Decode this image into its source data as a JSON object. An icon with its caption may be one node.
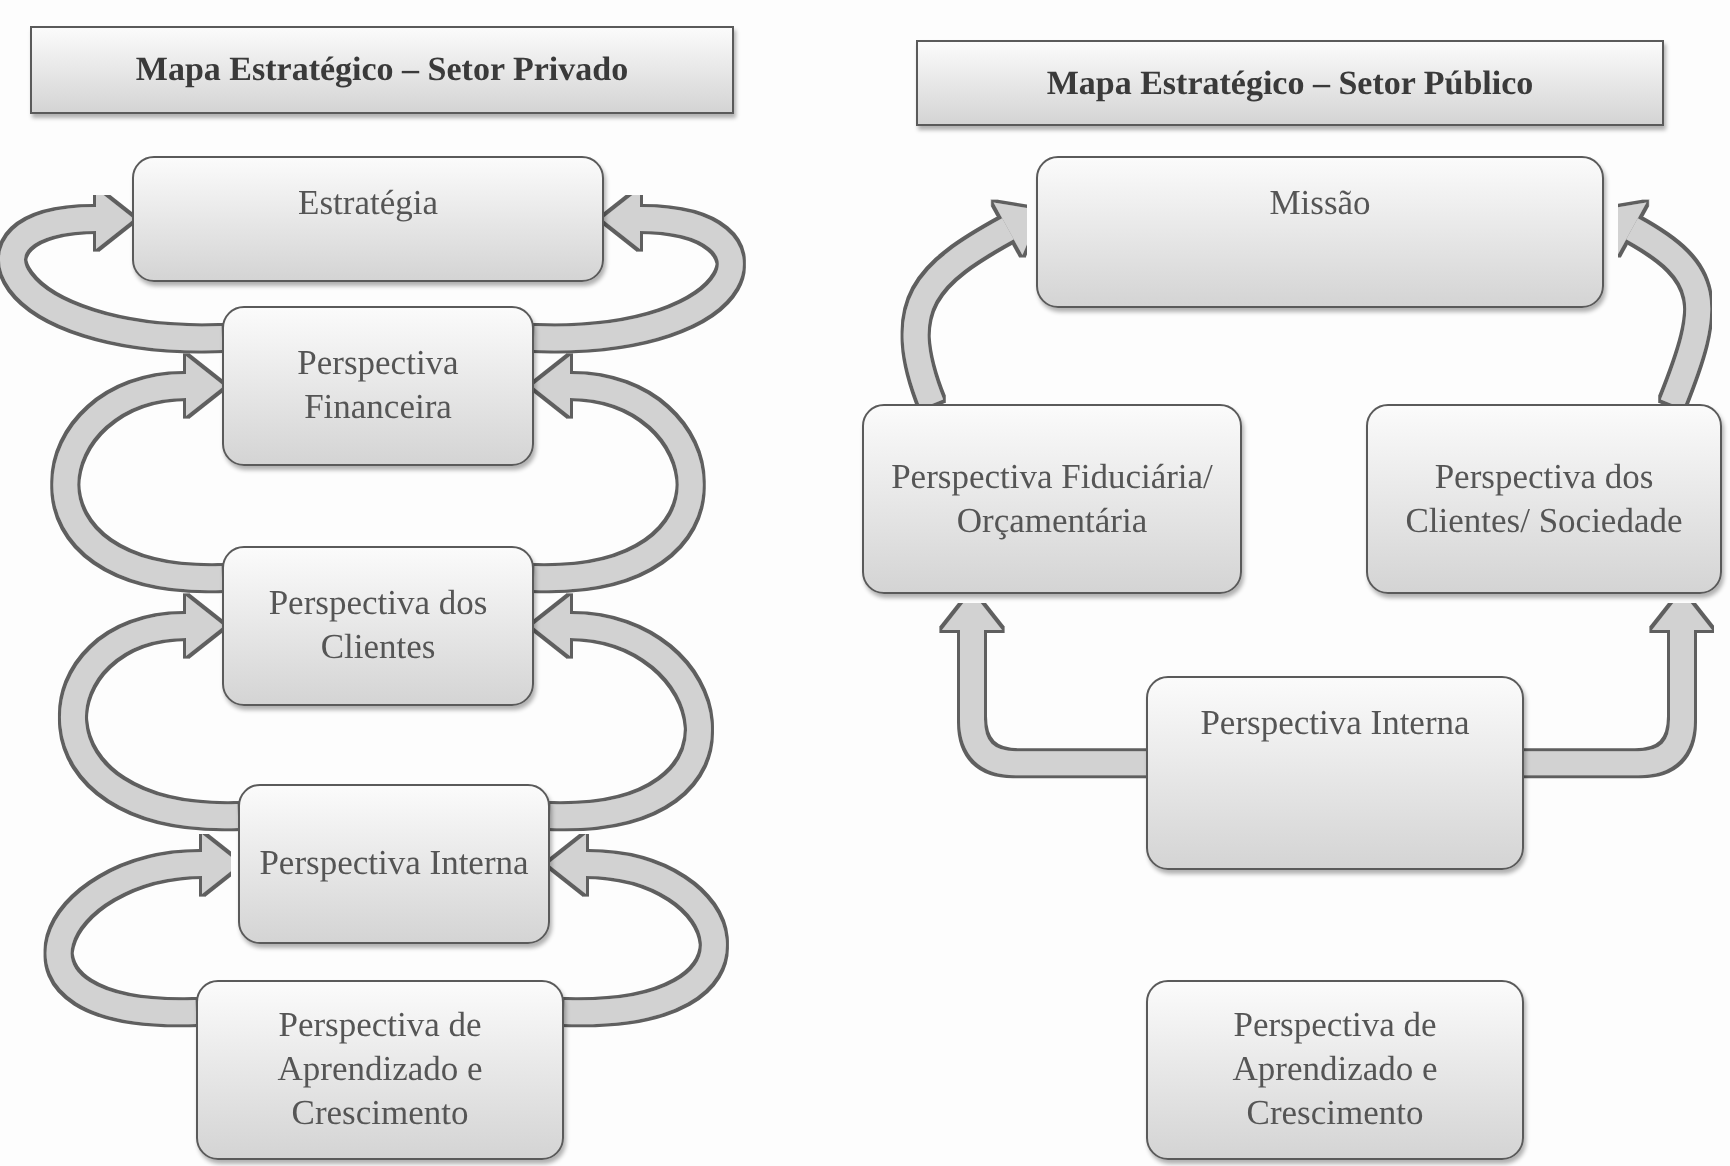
{
  "diagram": {
    "nodes": [
      {
        "text": [
          "Mapa Estratégico – Setor Privado"
        ]
      },
      {
        "text": [
          "Estratégia"
        ]
      },
      {
        "text": [
          "Perspectiva Financeira"
        ]
      },
      {
        "text": [
          "Perspectiva dos Clientes"
        ]
      },
      {
        "text": [
          "Perspectiva Interna"
        ]
      },
      {
        "text": [
          "Perspectiva de Aprendizado e Crescimento"
        ]
      },
      {
        "text": [
          "Mapa Estratégico – Setor Público"
        ]
      },
      {
        "text": [
          "Missão"
        ]
      },
      {
        "text": [
          "Perspectiva Fiduciária/ Orçamentária"
        ]
      },
      {
        "text": [
          "Perspectiva dos Clientes/ Sociedade"
        ]
      },
      {
        "text": [
          "Perspectiva Interna"
        ]
      },
      {
        "text": [
          "Perspectiva de Aprendizado e Crescimento"
        ]
      }
    ],
    "edges": [
      {
        "from": 2,
        "to": 1,
        "arrow": "to"
      },
      {
        "from": 2,
        "to": 1,
        "arrow": "to"
      },
      {
        "from": 3,
        "to": 2,
        "arrow": "to"
      },
      {
        "from": 3,
        "to": 2,
        "arrow": "to"
      },
      {
        "from": 4,
        "to": 3,
        "arrow": "to"
      },
      {
        "from": 4,
        "to": 3,
        "arrow": "to"
      },
      {
        "from": 5,
        "to": 4,
        "arrow": "to"
      },
      {
        "from": 5,
        "to": 4,
        "arrow": "to"
      },
      {
        "from": 8,
        "to": 7,
        "arrow": "to"
      },
      {
        "from": 9,
        "to": 7,
        "arrow": "to"
      },
      {
        "from": 10,
        "to": 8,
        "arrow": "to"
      },
      {
        "from": 10,
        "to": 9,
        "arrow": "to"
      },
      {
        "from": 11,
        "to": 10,
        "arrow": "to"
      }
    ]
  }
}
